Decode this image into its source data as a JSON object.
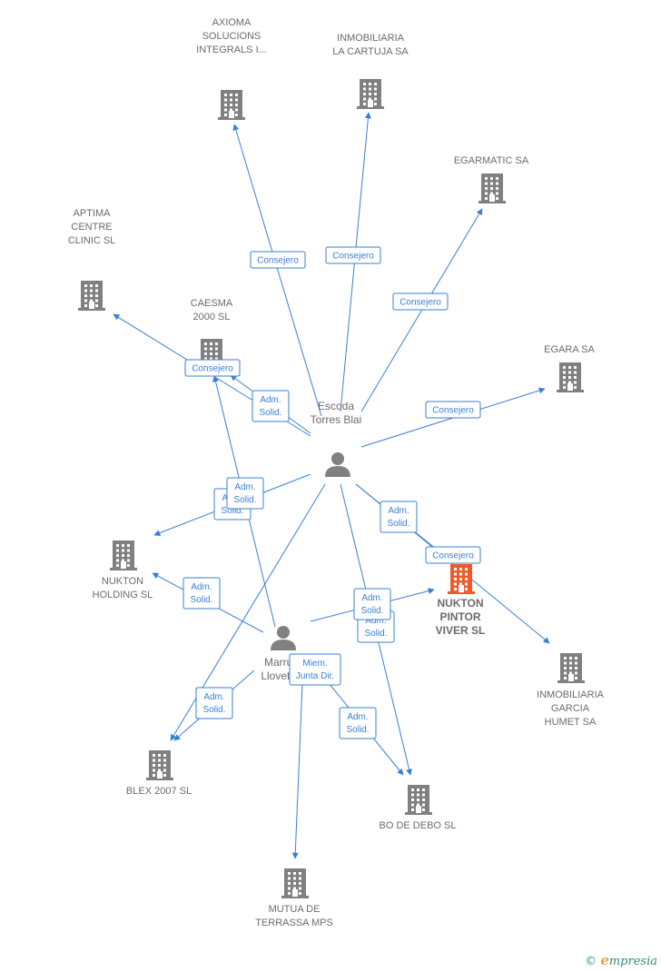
{
  "companies": [
    {
      "id": "axioma",
      "lines": [
        "AXIOMA",
        "SOLUCIONS",
        "INTEGRALS I..."
      ],
      "focus": false
    },
    {
      "id": "cartuja",
      "lines": [
        "INMOBILIARIA",
        "LA CARTUJA SA"
      ],
      "focus": false
    },
    {
      "id": "egarmatic",
      "lines": [
        "EGARMATIC SA"
      ],
      "focus": false
    },
    {
      "id": "aptima",
      "lines": [
        "APTIMA",
        "CENTRE",
        "CLINIC SL"
      ],
      "focus": false
    },
    {
      "id": "caesma",
      "lines": [
        "CAESMA",
        "2000 SL"
      ],
      "focus": false
    },
    {
      "id": "egara",
      "lines": [
        "EGARA SA"
      ],
      "focus": false
    },
    {
      "id": "nukton_holding",
      "lines": [
        "NUKTON",
        "HOLDING  SL"
      ],
      "focus": false
    },
    {
      "id": "nukton_pintor",
      "lines": [
        "NUKTON",
        "PINTOR",
        "VIVER  SL"
      ],
      "focus": true
    },
    {
      "id": "garcia",
      "lines": [
        "INMOBILIARIA",
        "GARCIA",
        "HUMET SA"
      ],
      "focus": false
    },
    {
      "id": "blex",
      "lines": [
        "BLEX 2007 SL"
      ],
      "focus": false
    },
    {
      "id": "bodedebo",
      "lines": [
        "BO DE DEBO  SL"
      ],
      "focus": false
    },
    {
      "id": "mutua",
      "lines": [
        "MUTUA DE",
        "TERRASSA MPS"
      ],
      "focus": false
    }
  ],
  "persons": [
    {
      "id": "escoda",
      "lines": [
        "Escoda",
        "Torres Blai"
      ]
    },
    {
      "id": "marrugat",
      "lines": [
        "Marrug",
        "Llovet M"
      ]
    }
  ],
  "edges": [
    {
      "from": "escoda",
      "to": "axioma",
      "label": [
        "Consejero"
      ]
    },
    {
      "from": "escoda",
      "to": "cartuja",
      "label": [
        "Consejero"
      ]
    },
    {
      "from": "escoda",
      "to": "egarmatic",
      "label": [
        "Consejero"
      ]
    },
    {
      "from": "escoda",
      "to": "aptima",
      "label": [
        "Consejero"
      ]
    },
    {
      "from": "escoda",
      "to": "caesma",
      "label": [
        "Adm.",
        "Solid."
      ]
    },
    {
      "from": "escoda",
      "to": "egara",
      "label": [
        "Consejero"
      ]
    },
    {
      "from": "escoda",
      "to": "nukton_holding",
      "label": [
        "Adm.",
        "Solid."
      ]
    },
    {
      "from": "escoda",
      "to": "nukton_pintor",
      "label": [
        "Adm.",
        "Solid."
      ]
    },
    {
      "from": "escoda",
      "to": "garcia",
      "label": [
        "Consejero"
      ]
    },
    {
      "from": "escoda",
      "to": "blex",
      "label": [
        "Adm.",
        "Solid."
      ]
    },
    {
      "from": "escoda",
      "to": "bodedebo",
      "label": [
        "Adm.",
        "Solid."
      ]
    },
    {
      "from": "marrugat",
      "to": "caesma",
      "label": [
        "Adm.",
        "Solid."
      ]
    },
    {
      "from": "marrugat",
      "to": "nukton_holding",
      "label": [
        "Adm.",
        "Solid."
      ]
    },
    {
      "from": "marrugat",
      "to": "nukton_pintor",
      "label": [
        "Adm.",
        "Solid."
      ]
    },
    {
      "from": "marrugat",
      "to": "blex",
      "label": [
        "Adm.",
        "Solid."
      ]
    },
    {
      "from": "marrugat",
      "to": "bodedebo",
      "label": [
        "Adm.",
        "Solid."
      ]
    },
    {
      "from": "marrugat",
      "to": "mutua",
      "label": [
        "Miem.",
        "Junta Dir."
      ]
    }
  ],
  "colors": {
    "edge": "#3a7fd5",
    "building": "#808080",
    "building_focus": "#f05a28",
    "person": "#808080",
    "label": "#6b6b6b"
  },
  "footer": {
    "copyright": "©",
    "brand_initial": "e",
    "brand_rest": "mpresia"
  }
}
